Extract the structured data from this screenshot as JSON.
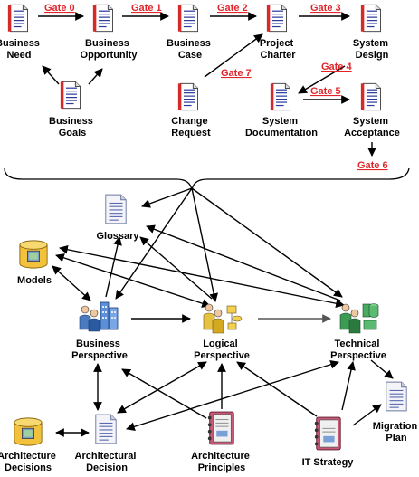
{
  "nodes": {
    "business_need": [
      "Business",
      "Need"
    ],
    "business_opportunity": [
      "Business",
      "Opportunity"
    ],
    "business_case": [
      "Business",
      "Case"
    ],
    "project_charter": [
      "Project",
      "Charter"
    ],
    "system_design": [
      "System",
      "Design"
    ],
    "business_goals": [
      "Business",
      "Goals"
    ],
    "change_request": [
      "Change",
      "Request"
    ],
    "system_documentation": [
      "System",
      "Documentation"
    ],
    "system_acceptance": [
      "System",
      "Acceptance"
    ],
    "glossary": [
      "Glossary"
    ],
    "models": [
      "Models"
    ],
    "business_perspective": [
      "Business",
      "Perspective"
    ],
    "logical_perspective": [
      "Logical",
      "Perspective"
    ],
    "technical_perspective": [
      "Technical",
      "Perspective"
    ],
    "migration_plan": [
      "Migration",
      "Plan"
    ],
    "architecture_decisions": [
      "Architecture",
      "Decisions"
    ],
    "architectural_decision": [
      "Architectural",
      "Decision"
    ],
    "architecture_principles": [
      "Architecture",
      "Principles"
    ],
    "it_strategy": [
      "IT Strategy"
    ]
  },
  "gates": {
    "gate0": "Gate 0",
    "gate1": "Gate 1",
    "gate2": "Gate 2",
    "gate3": "Gate 3",
    "gate4": "Gate 4",
    "gate5": "Gate 5",
    "gate6": "Gate 6",
    "gate7": "Gate 7"
  },
  "colors": {
    "document_stripe": "#d42a2a",
    "document_lines": "#2a3a9a",
    "gate_text": "#e0262b",
    "database_fill": "#f3c23c",
    "binder_fill": "#c85a78",
    "perspective_business": "#5b8fd9",
    "perspective_logical": "#e6c240",
    "perspective_technical": "#3d9a55"
  },
  "icons": {
    "document": "document-icon",
    "database": "database-icon",
    "binder": "binder-icon",
    "people_blue": "business-people-icon",
    "people_yellow": "logical-people-icon",
    "people_green": "technical-people-icon"
  }
}
